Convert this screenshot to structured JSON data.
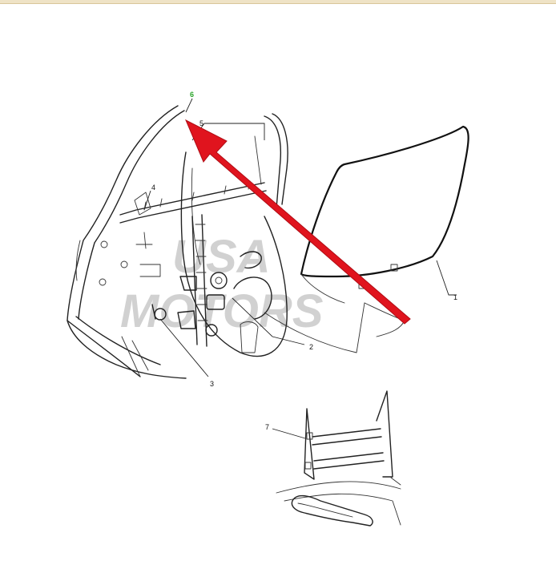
{
  "watermark": {
    "line1": "USA",
    "line2": "MOTORS"
  },
  "callouts": {
    "c1": "1",
    "c2": "2",
    "c3": "3",
    "c4": "4",
    "c5": "5",
    "c6": "6",
    "c7": "7"
  },
  "colors": {
    "arrow": "#e0141e",
    "highlight_label": "#2aa52a",
    "line": "#222222"
  }
}
